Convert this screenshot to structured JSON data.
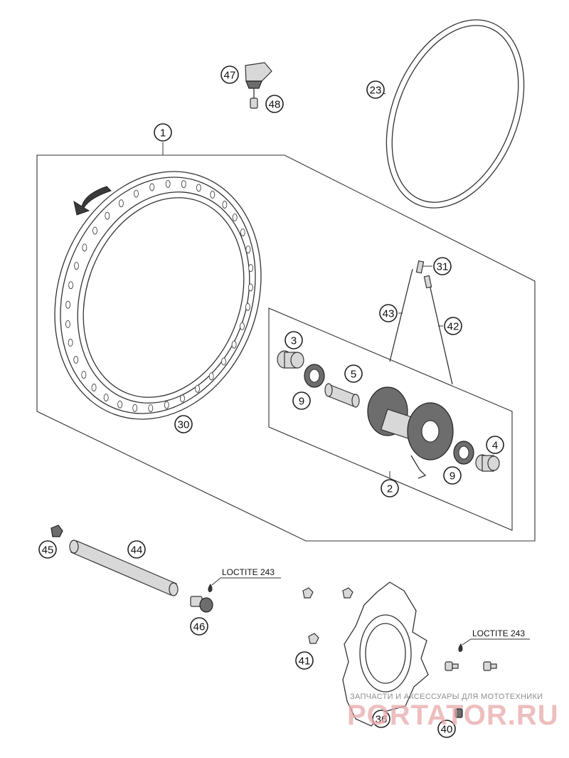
{
  "diagram": {
    "callouts": [
      "1",
      "2",
      "3",
      "4",
      "5",
      "9",
      "9",
      "23",
      "30",
      "31",
      "36",
      "40",
      "41",
      "42",
      "43",
      "44",
      "45",
      "46",
      "47",
      "48"
    ],
    "labels": {
      "loctite_left": "LOCTITE 243",
      "loctite_right": "LOCTITE 243"
    },
    "watermark": {
      "caption": "ЗАПЧАСТИ И АКСЕССУАРЫ ДЛЯ МОТОТЕХНИКИ",
      "brand": "PORTATOR.RU"
    }
  }
}
